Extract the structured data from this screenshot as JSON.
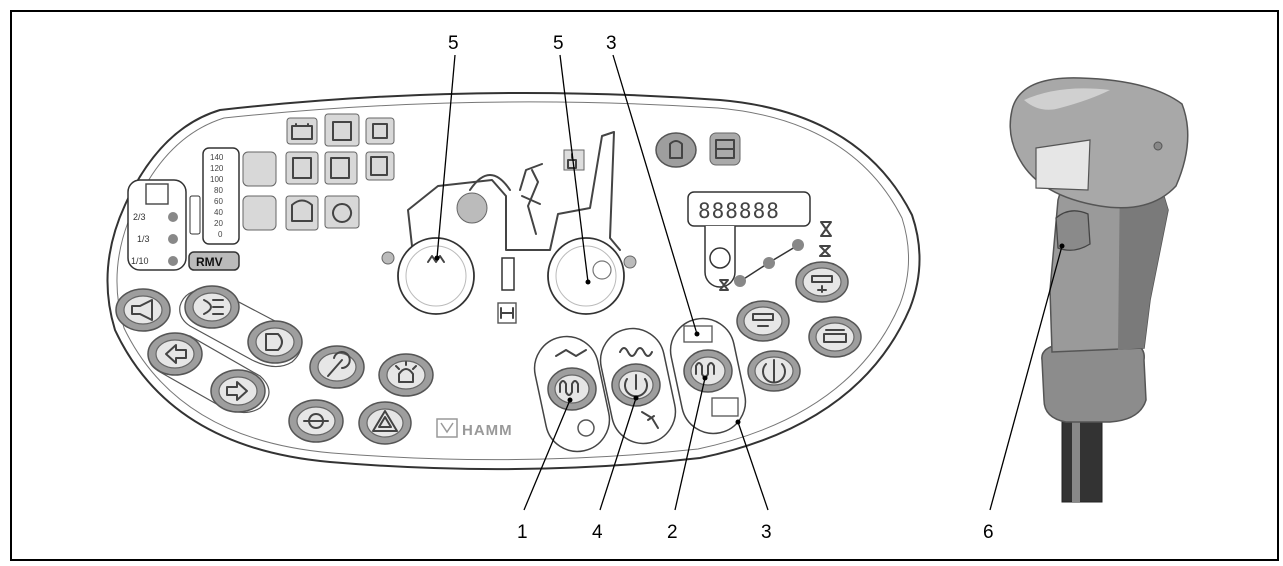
{
  "callouts": {
    "c1": "1",
    "c2": "2",
    "c3_top": "3",
    "c3_bottom": "3",
    "c4": "4",
    "c5_left": "5",
    "c5_right": "5",
    "c6": "6"
  },
  "panel": {
    "speed_scale": [
      "140",
      "120",
      "100",
      "80",
      "60",
      "40",
      "20",
      "0"
    ],
    "ratios": [
      "2/3",
      "1/3",
      "1/10"
    ],
    "rmv_label": "RMV",
    "brand": "HAMM",
    "display_digits": "888888"
  }
}
